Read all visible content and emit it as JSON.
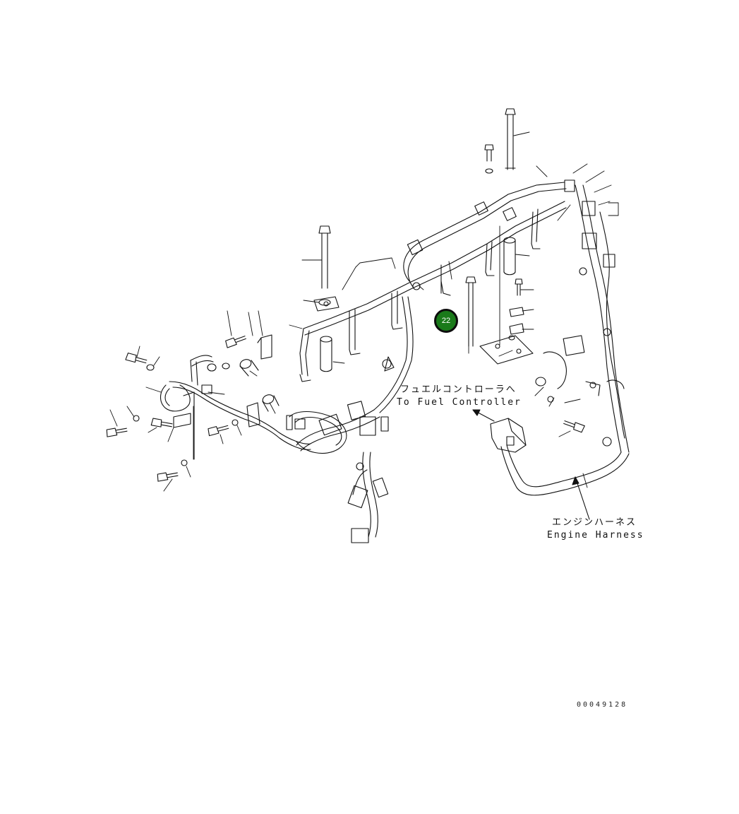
{
  "labels": {
    "fuel_controller_jp": "フュエルコントローラへ",
    "fuel_controller_en": "To Fuel Controller",
    "engine_harness_jp": "エンジンハーネス",
    "engine_harness_en": "Engine Harness",
    "drawing_number": "00049128"
  },
  "callout": {
    "number": "22",
    "color": "#1a7a1a"
  }
}
